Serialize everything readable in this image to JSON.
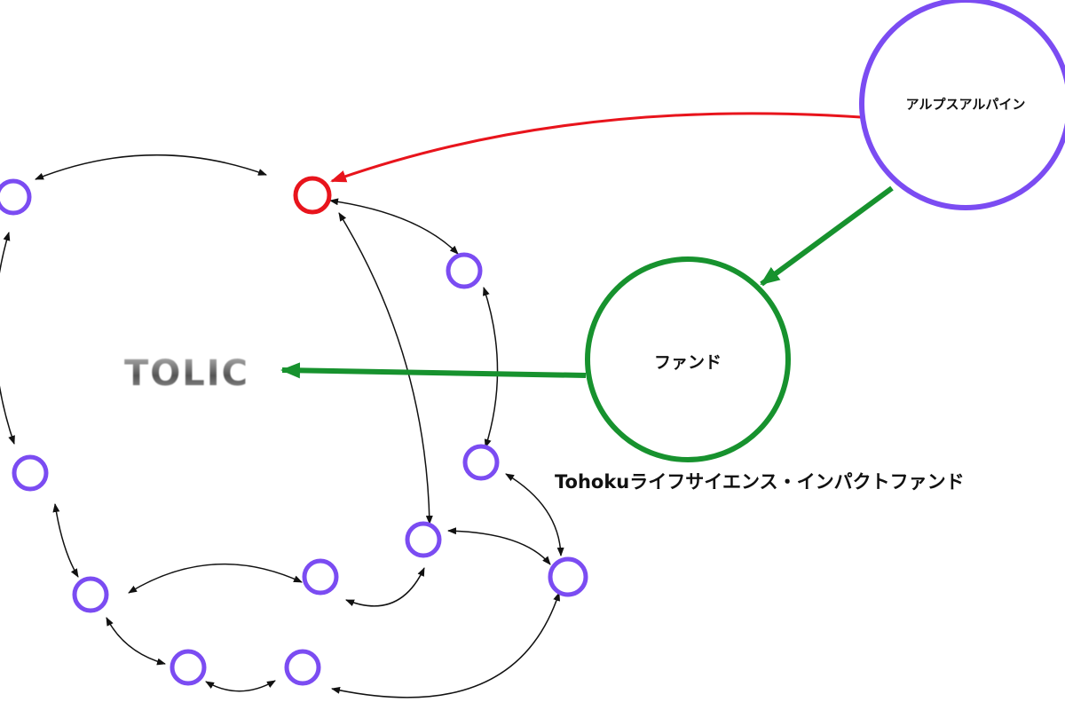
{
  "center_label": "TOLIC",
  "investor_label": "アルプスアルパイン",
  "fund_label": "ファンド",
  "fund_name": "Tohokuライフサイエンス・インパクトファンド",
  "colors": {
    "purple": "#7b4cf2",
    "red": "#e8141c",
    "green": "#17922e",
    "arrow": "#111111"
  }
}
